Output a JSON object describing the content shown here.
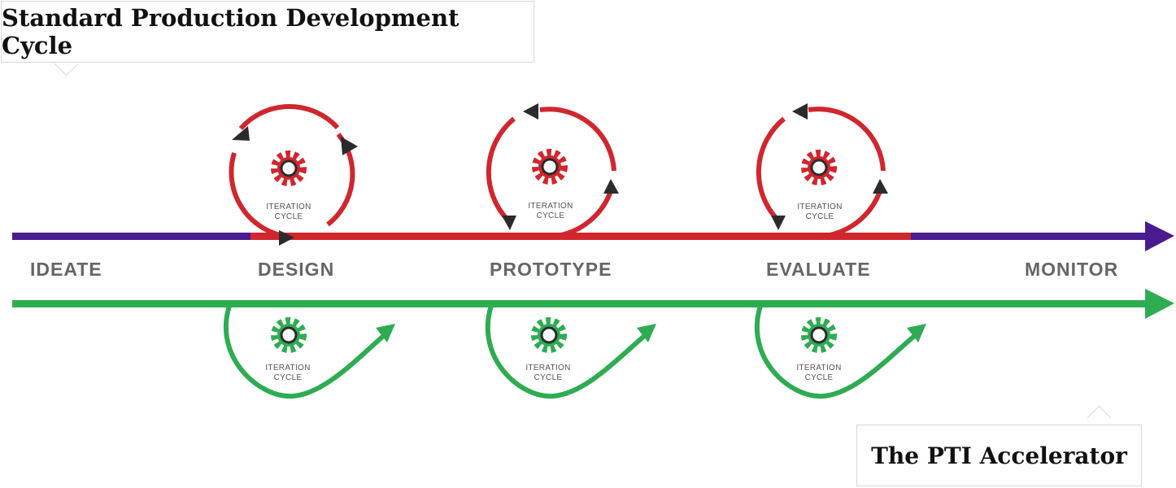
{
  "callouts": {
    "standard": "Standard Production Development Cycle",
    "pti": "The PTI Accelerator"
  },
  "stages": [
    "IDEATE",
    "DESIGN",
    "PROTOTYPE",
    "EVALUATE",
    "MONITOR"
  ],
  "iteration": {
    "line1": "ITERATION",
    "line2": "CYCLE"
  },
  "colors": {
    "purple": "#4a1b8f",
    "red": "#d1262e",
    "green": "#2eac52",
    "dark": "#2b2b2b",
    "text": "#666666"
  }
}
